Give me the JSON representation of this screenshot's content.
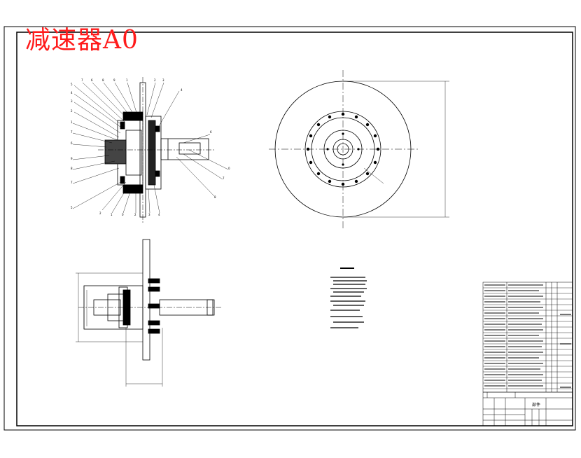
{
  "sheet": {
    "title": "减速器A0"
  },
  "colors": {
    "line": "#000000",
    "title": "#ff1a1a",
    "background": "#ffffff"
  },
  "views": {
    "section_view": {
      "balloon_count": 33
    },
    "end_view": {},
    "plan_view": {},
    "technical_requirements": {
      "line_count": 12
    }
  },
  "title_block": {
    "part_name": "部件"
  }
}
